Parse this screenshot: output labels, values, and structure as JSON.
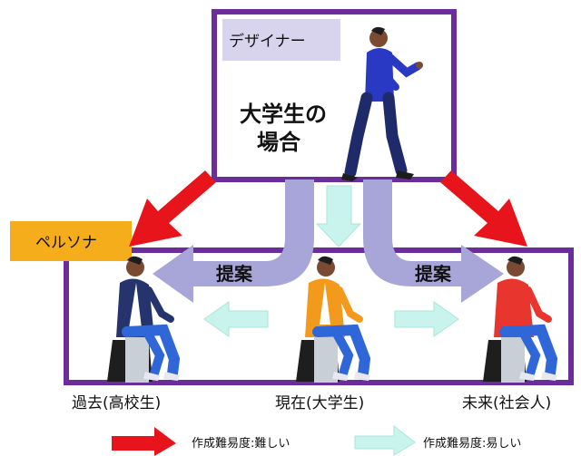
{
  "designer": {
    "tag": "デザイナー",
    "case_line1": "大学生の",
    "case_line2": "場合"
  },
  "persona": {
    "tag": "ペルソナ"
  },
  "proposals": {
    "left": "提案",
    "right": "提案"
  },
  "timeline": {
    "past": "過去(高校生)",
    "present": "現在(大学生)",
    "future": "未来(社会人)"
  },
  "legend": {
    "hard": "作成難易度:難しい",
    "easy": "作成難易度:易しい"
  },
  "colors": {
    "frame": "#6b2d9b",
    "tag_designer": "#d9d4ee",
    "tag_persona": "#f5ad1b",
    "lavender_arrow": "#a8a6d8",
    "mint_arrow": "#c9f4ee",
    "red_arrow": "#e8141b",
    "shirt_past": "#26346e",
    "shirt_present": "#f39a1c",
    "shirt_future": "#e8352e",
    "pants": "#2f66d8"
  }
}
